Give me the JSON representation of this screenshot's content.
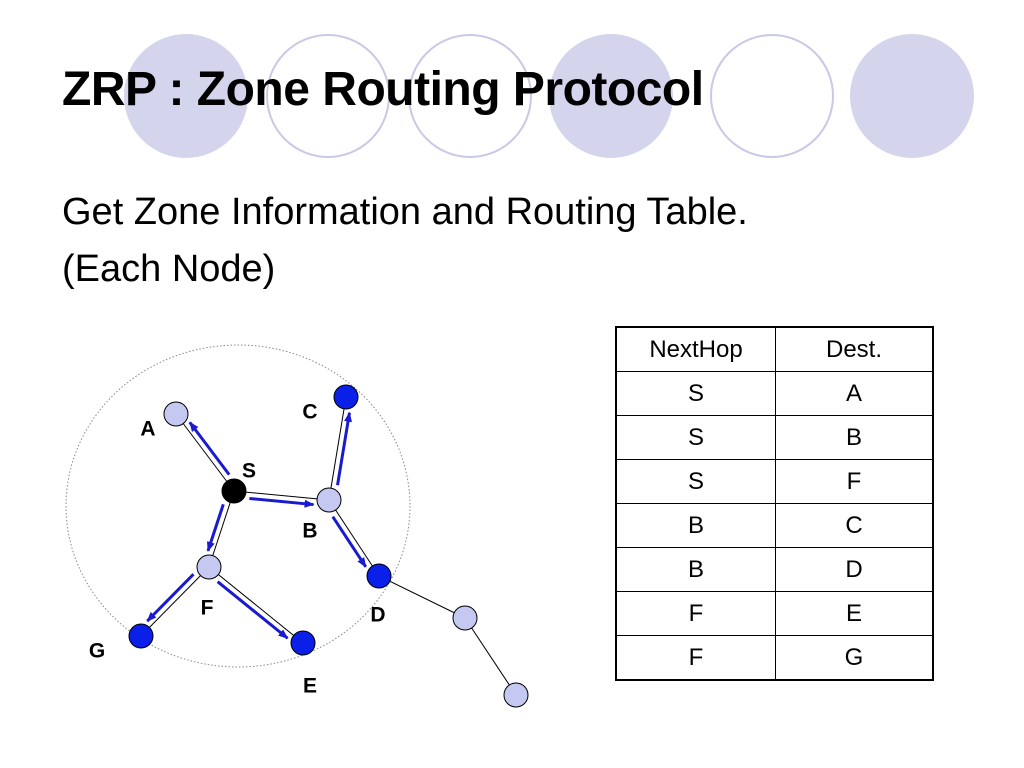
{
  "slide": {
    "title": "ZRP : Zone Routing Protocol",
    "subtitle_lines": [
      "Get Zone Information and Routing Table.",
      "(Each Node)"
    ]
  },
  "colors": {
    "deco_fill": "#d4d4ec",
    "deco_stroke": "#c9c9e6",
    "node_light": "#c5c8f0",
    "node_dark": "#0a1fe8",
    "node_source": "#000000",
    "arrow": "#1a1ad0"
  },
  "diagram": {
    "nodes": [
      {
        "id": "S",
        "label": "S",
        "style": "source"
      },
      {
        "id": "A",
        "label": "A",
        "style": "light"
      },
      {
        "id": "B",
        "label": "B",
        "style": "light"
      },
      {
        "id": "C",
        "label": "C",
        "style": "dark"
      },
      {
        "id": "D",
        "label": "D",
        "style": "dark"
      },
      {
        "id": "E",
        "label": "E",
        "style": "dark"
      },
      {
        "id": "F",
        "label": "F",
        "style": "light"
      },
      {
        "id": "G",
        "label": "G",
        "style": "dark"
      },
      {
        "id": "n1",
        "label": "",
        "style": "light"
      },
      {
        "id": "n2",
        "label": "",
        "style": "light"
      }
    ],
    "edges": [
      [
        "S",
        "A"
      ],
      [
        "S",
        "B"
      ],
      [
        "S",
        "F"
      ],
      [
        "B",
        "C"
      ],
      [
        "B",
        "D"
      ],
      [
        "F",
        "G"
      ],
      [
        "F",
        "E"
      ],
      [
        "D",
        "n1"
      ],
      [
        "n1",
        "n2"
      ]
    ],
    "arrows": [
      [
        "S",
        "A"
      ],
      [
        "S",
        "B"
      ],
      [
        "S",
        "F"
      ],
      [
        "B",
        "C"
      ],
      [
        "B",
        "D"
      ],
      [
        "F",
        "G"
      ],
      [
        "F",
        "E"
      ]
    ]
  },
  "routing_table": {
    "headers": [
      "NextHop",
      "Dest."
    ],
    "rows": [
      [
        "S",
        "A"
      ],
      [
        "S",
        "B"
      ],
      [
        "S",
        "F"
      ],
      [
        "B",
        "C"
      ],
      [
        "B",
        "D"
      ],
      [
        "F",
        "E"
      ],
      [
        "F",
        "G"
      ]
    ]
  }
}
